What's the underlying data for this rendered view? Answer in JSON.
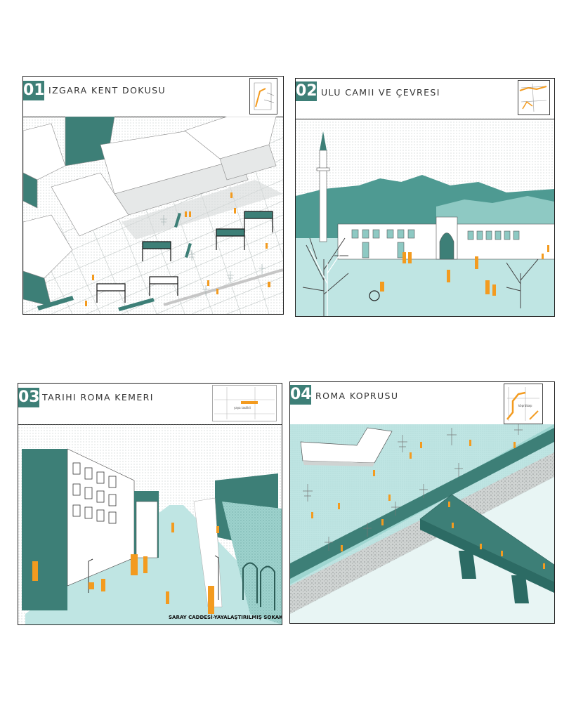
{
  "colors": {
    "teal": "#3d7f77",
    "light_teal": "#bfe5e3",
    "orange": "#f39b1f",
    "frame": "#222222"
  },
  "panels": [
    {
      "number": "01",
      "title": "IZGARA KENT DOKUSU",
      "map_icon": "site-map-icon"
    },
    {
      "number": "02",
      "title": "ULU CAMII VE ÇEVRESI",
      "map_icon": "site-map-icon"
    },
    {
      "number": "03",
      "title": "TARIHI ROMA KEMERI",
      "map_icon": "site-map-icon",
      "map_label": "yaya taslikli",
      "caption": "SARAY CADDESİ-YAYALAŞTIRILMIŞ SOKAK"
    },
    {
      "number": "04",
      "title": "ROMA KOPRUSU",
      "map_icon": "site-map-icon",
      "map_label": "köprübaşı"
    }
  ]
}
